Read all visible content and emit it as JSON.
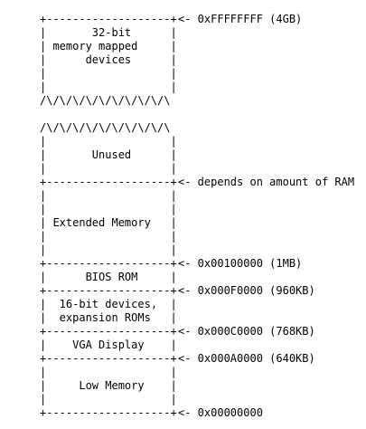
{
  "diagram": {
    "art_lines": [
      "+-------------------+",
      "|       32-bit      |",
      "| memory mapped     |",
      "|      devices      |",
      "|                   |",
      "|                   |",
      "/\\/\\/\\/\\/\\/\\/\\/\\/\\/\\",
      "",
      "/\\/\\/\\/\\/\\/\\/\\/\\/\\/\\",
      "|                   |",
      "|       Unused      |",
      "|                   |",
      "+-------------------+",
      "|                   |",
      "|                   |",
      "| Extended Memory   |",
      "|                   |",
      "|                   |",
      "+-------------------+",
      "|      BIOS ROM     |",
      "+-------------------+",
      "|  16-bit devices,  |",
      "|  expansion ROMs   |",
      "+-------------------+",
      "|    VGA Display    |",
      "+-------------------+",
      "|                   |",
      "|     Low Memory    |",
      "|                   |",
      "+-------------------+"
    ],
    "annotations": [
      {
        "line": 0,
        "text": "<- 0xFFFFFFFF (4GB)"
      },
      {
        "line": 12,
        "text": "<- depends on amount of RAM"
      },
      {
        "line": 18,
        "text": "<- 0x00100000 (1MB)"
      },
      {
        "line": 20,
        "text": "<- 0x000F0000 (960KB)"
      },
      {
        "line": 23,
        "text": "<- 0x000C0000 (768KB)"
      },
      {
        "line": 25,
        "text": "<- 0x000A0000 (640KB)"
      },
      {
        "line": 29,
        "text": "<- 0x00000000"
      }
    ]
  }
}
